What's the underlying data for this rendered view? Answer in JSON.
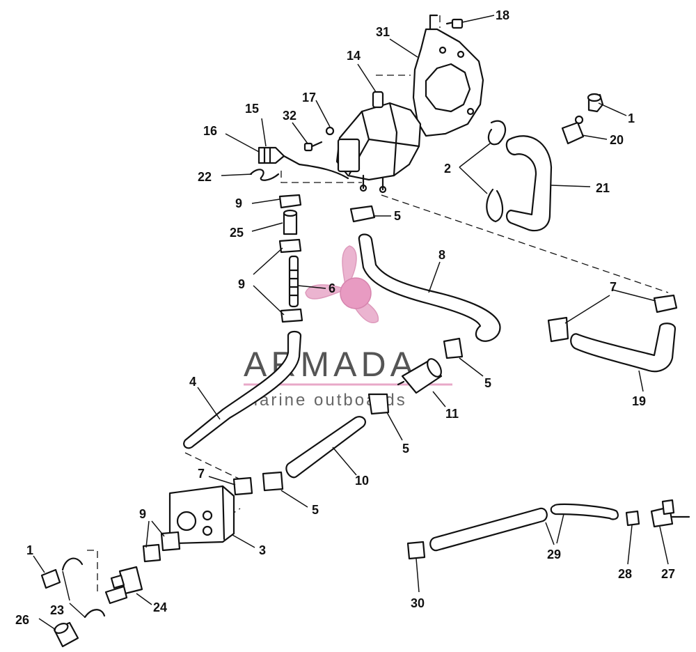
{
  "watermark": {
    "brand": "ARMADA",
    "tagline": "marine outboards",
    "colors": {
      "logo": "#e8a8c8",
      "text": "#555555",
      "rule": "#e8a8c8"
    }
  },
  "callouts": [
    {
      "id": "c18",
      "label": "18"
    },
    {
      "id": "c31",
      "label": "31"
    },
    {
      "id": "c14",
      "label": "14"
    },
    {
      "id": "c17",
      "label": "17"
    },
    {
      "id": "c15",
      "label": "15"
    },
    {
      "id": "c32",
      "label": "32"
    },
    {
      "id": "c16",
      "label": "16"
    },
    {
      "id": "c22",
      "label": "22"
    },
    {
      "id": "c1a",
      "label": "1"
    },
    {
      "id": "c20",
      "label": "20"
    },
    {
      "id": "c2",
      "label": "2"
    },
    {
      "id": "c21",
      "label": "21"
    },
    {
      "id": "c9a",
      "label": "9"
    },
    {
      "id": "c5a",
      "label": "5"
    },
    {
      "id": "c25",
      "label": "25"
    },
    {
      "id": "c8",
      "label": "8"
    },
    {
      "id": "c9b",
      "label": "9"
    },
    {
      "id": "c6",
      "label": "6"
    },
    {
      "id": "c7a",
      "label": "7"
    },
    {
      "id": "c5b",
      "label": "5"
    },
    {
      "id": "c19",
      "label": "19"
    },
    {
      "id": "c4",
      "label": "4"
    },
    {
      "id": "c11",
      "label": "11"
    },
    {
      "id": "c5c",
      "label": "5"
    },
    {
      "id": "c10",
      "label": "10"
    },
    {
      "id": "c7b",
      "label": "7"
    },
    {
      "id": "c5d",
      "label": "5"
    },
    {
      "id": "c9c",
      "label": "9"
    },
    {
      "id": "c3",
      "label": "3"
    },
    {
      "id": "c1b",
      "label": "1"
    },
    {
      "id": "c29",
      "label": "29"
    },
    {
      "id": "c23",
      "label": "23"
    },
    {
      "id": "c24",
      "label": "24"
    },
    {
      "id": "c28",
      "label": "28"
    },
    {
      "id": "c27",
      "label": "27"
    },
    {
      "id": "c26",
      "label": "26"
    },
    {
      "id": "c30",
      "label": "30"
    }
  ]
}
